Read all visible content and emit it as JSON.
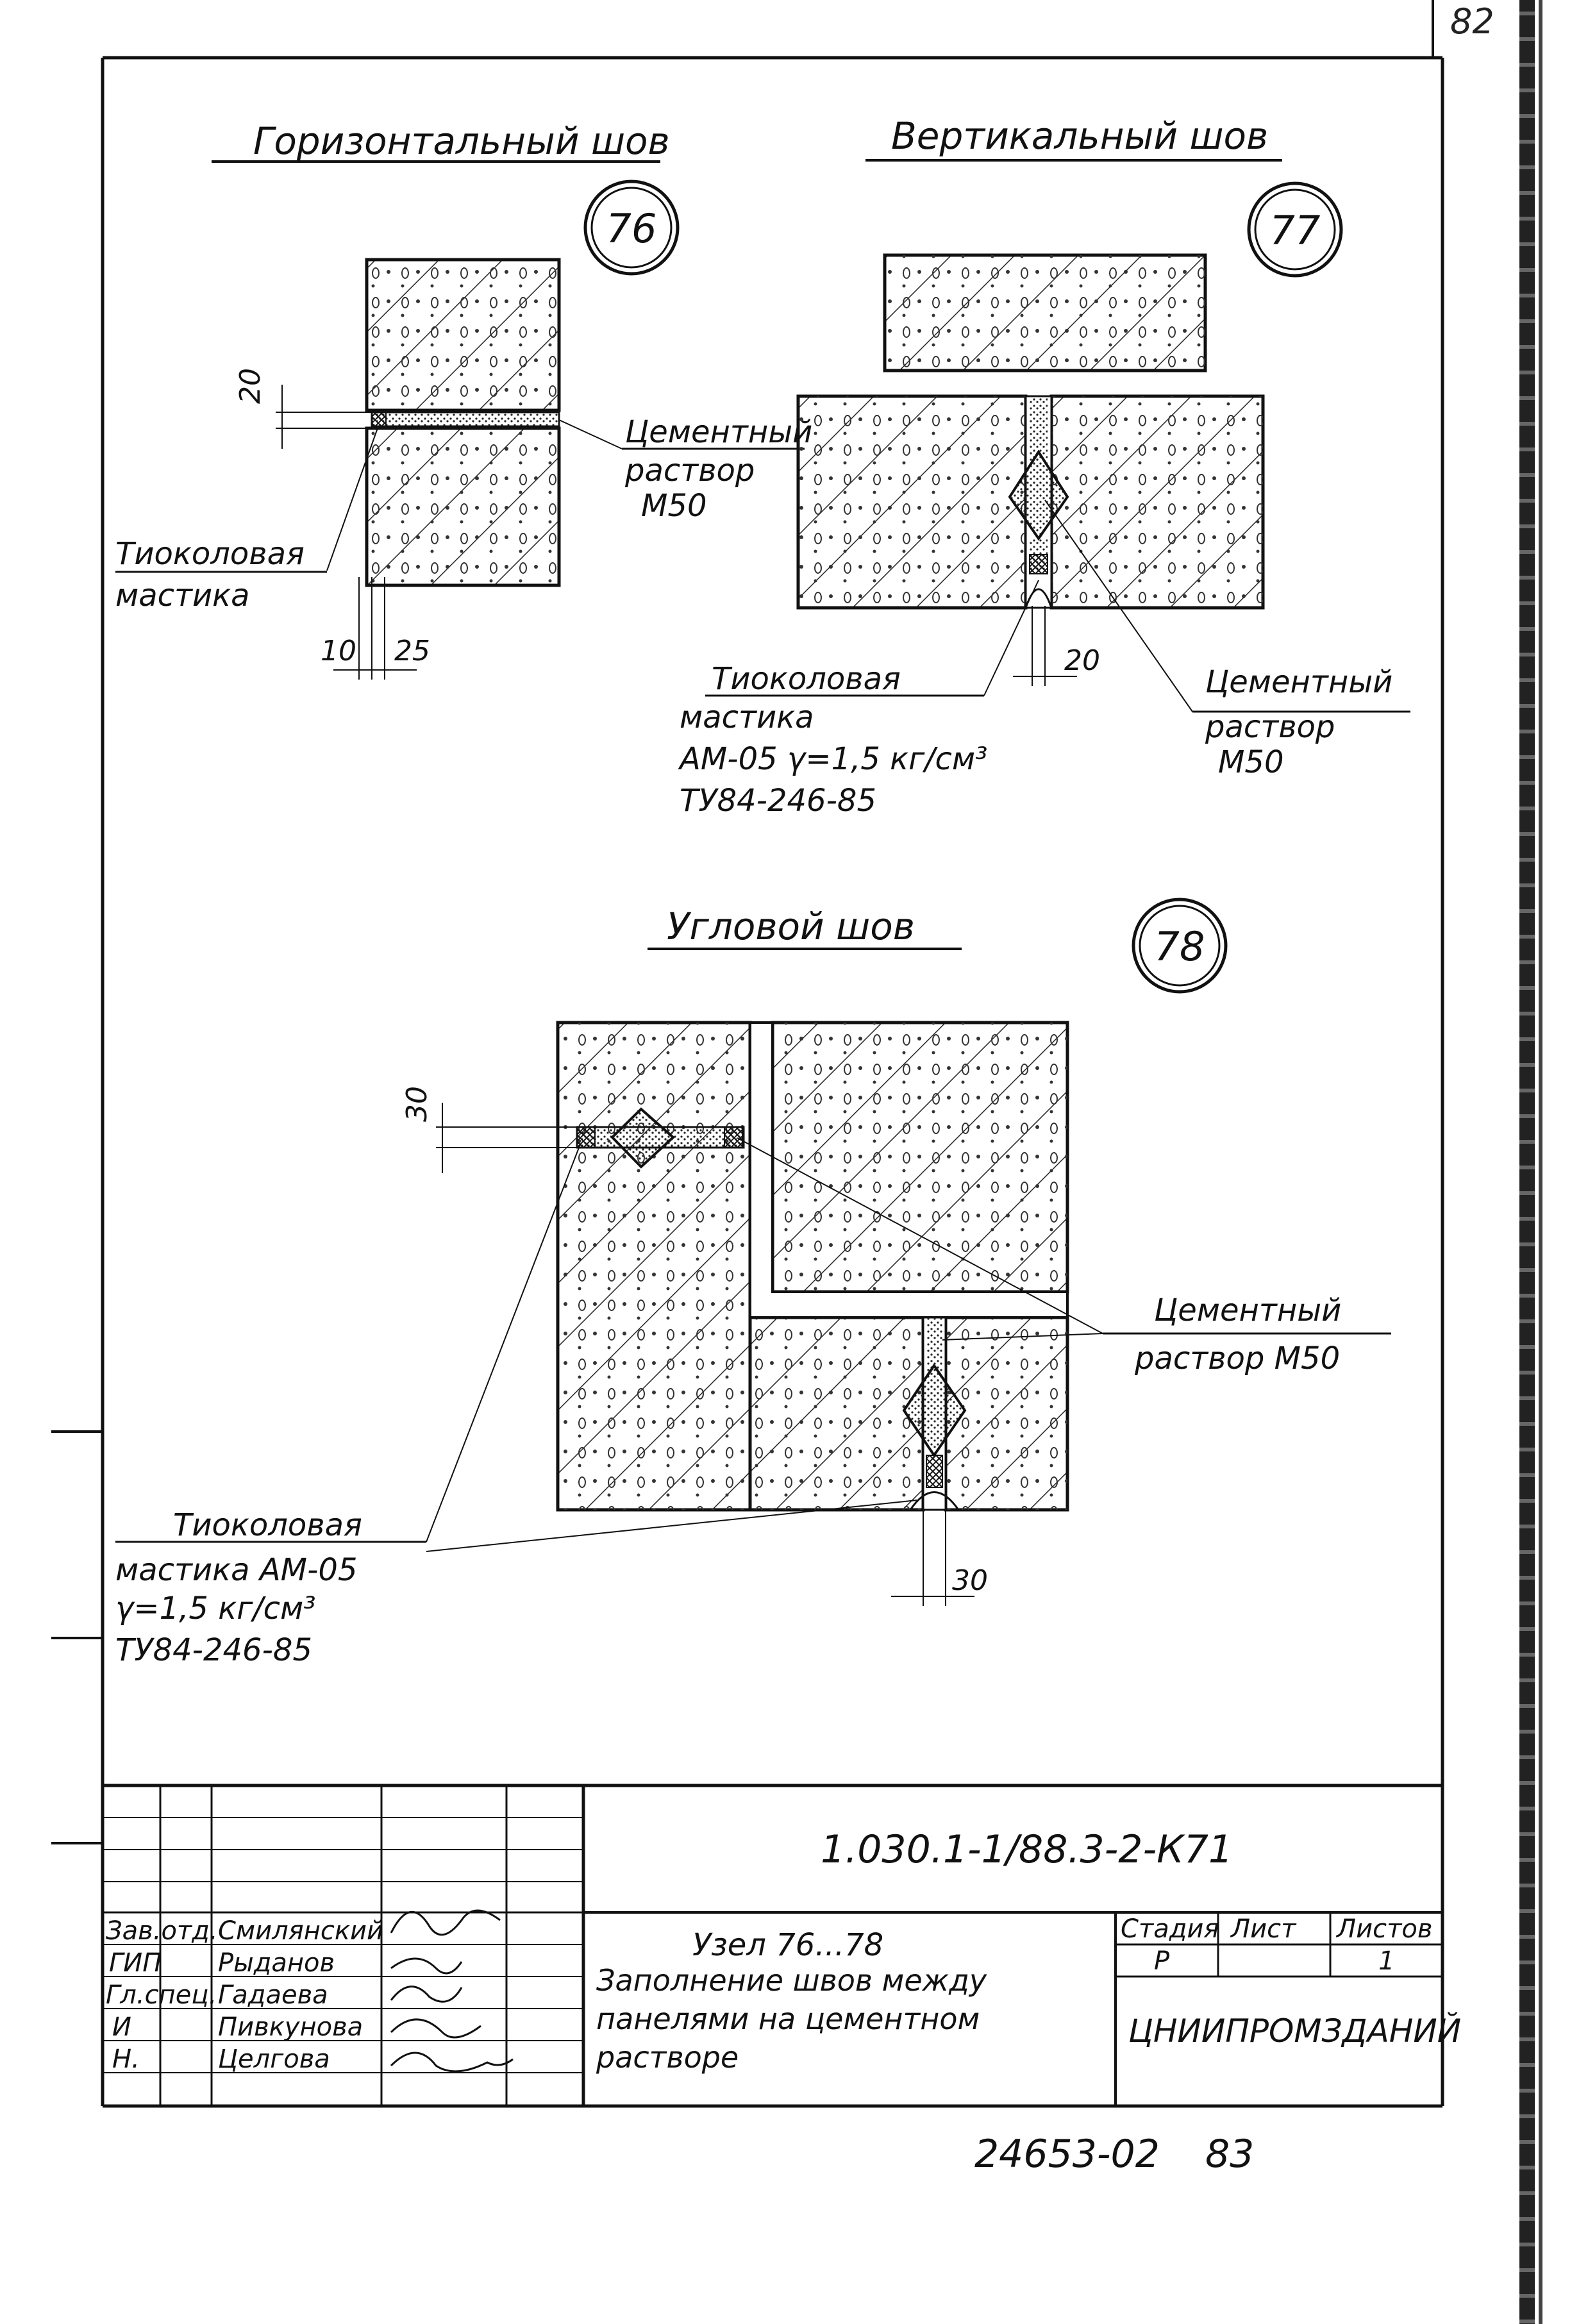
{
  "page_number": "82",
  "details": [
    {
      "title": "Горизонтальный шов",
      "number": "76"
    },
    {
      "title": "Вертикальный шов",
      "number": "77"
    },
    {
      "title": "Угловой шов",
      "number": "78"
    }
  ],
  "labels": {
    "d76_cement_1": "Цементный",
    "d76_cement_2": "раствор",
    "d76_cement_3": "М50",
    "d76_mastic_1": "Тиоколовая",
    "d76_mastic_2": "мастика",
    "d77_mastic_1": "Тиоколовая",
    "d77_mastic_2": "мастика",
    "d77_mastic_3": "АМ-05 γ=1,5 кг/см³",
    "d77_mastic_4": "ТУ84-246-85",
    "d77_cement_1": "Цементный",
    "d77_cement_2": "раствор",
    "d77_cement_3": "М50",
    "d78_cement_1": "Цементный",
    "d78_cement_2": "раствор М50",
    "d78_mastic_1": "Тиоколовая",
    "d78_mastic_2": "мастика АМ-05",
    "d78_mastic_3": "γ=1,5 кг/см³",
    "d78_mastic_4": "ТУ84-246-85"
  },
  "dimensions": {
    "d76_joint": "20",
    "d76_left": "10",
    "d76_right": "25",
    "d77_joint": "20",
    "d78_top": "30",
    "d78_bottom": "30"
  },
  "title_block": {
    "code": "1.030.1-1/88.3-2-К71",
    "node": "Узел 76...78",
    "description_1": "Заполнение швов между",
    "description_2": "панелями на цементном",
    "description_3": "растворе",
    "col_stage": "Стадия",
    "col_sheet": "Лист",
    "col_sheets": "Листов",
    "stage_value": "Р",
    "sheets_value": "1",
    "organization": "ЦНИИПРОМЗДАНИЙ",
    "staff": [
      {
        "role": "Зав.отд.",
        "name": "Смилянский"
      },
      {
        "role": "ГИП",
        "name": "Рыданов"
      },
      {
        "role": "Гл.спец.",
        "name": "Гадаева"
      },
      {
        "role": "И",
        "name": "Пивкунова"
      },
      {
        "role": "Н.",
        "name": "Целгова"
      }
    ]
  },
  "footer_code": "24653-02",
  "footer_page": "83"
}
